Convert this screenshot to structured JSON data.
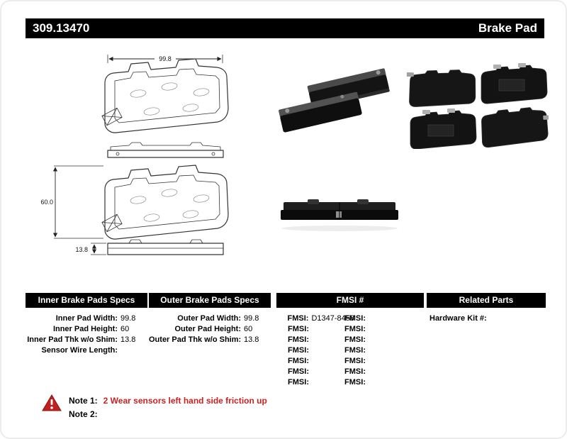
{
  "header": {
    "part_number": "309.13470",
    "product_name": "Brake Pad"
  },
  "diagram": {
    "width_label": "99.8",
    "height_label": "60.0",
    "thickness_label": "13.8"
  },
  "specs": {
    "inner": {
      "header": "Inner Brake Pads Specs",
      "rows": [
        {
          "label": "Inner Pad Width:",
          "value": "99.8"
        },
        {
          "label": "Inner Pad Height:",
          "value": "60"
        },
        {
          "label": "Inner Pad Thk w/o Shim:",
          "value": "13.8"
        },
        {
          "label": "Sensor Wire Length:",
          "value": ""
        }
      ]
    },
    "outer": {
      "header": "Outer Brake Pads Specs",
      "rows": [
        {
          "label": "Outer Pad Width:",
          "value": "99.8"
        },
        {
          "label": "Outer Pad Height:",
          "value": "60"
        },
        {
          "label": "Outer Pad Thk w/o Shim:",
          "value": "13.8"
        }
      ]
    },
    "fmsi": {
      "header": "FMSI #",
      "left_rows": [
        {
          "label": "FMSI:",
          "value": "D1347-8458"
        },
        {
          "label": "FMSI:",
          "value": ""
        },
        {
          "label": "FMSI:",
          "value": ""
        },
        {
          "label": "FMSI:",
          "value": ""
        },
        {
          "label": "FMSI:",
          "value": ""
        },
        {
          "label": "FMSI:",
          "value": ""
        },
        {
          "label": "FMSI:",
          "value": ""
        }
      ],
      "right_rows": [
        {
          "label": "FMSI:",
          "value": ""
        },
        {
          "label": "FMSI:",
          "value": ""
        },
        {
          "label": "FMSI:",
          "value": ""
        },
        {
          "label": "FMSI:",
          "value": ""
        },
        {
          "label": "FMSI:",
          "value": ""
        },
        {
          "label": "FMSI:",
          "value": ""
        },
        {
          "label": "FMSI:",
          "value": ""
        }
      ]
    },
    "related": {
      "header": "Related Parts",
      "rows": [
        {
          "label": "Hardware Kit #:",
          "value": ""
        }
      ]
    }
  },
  "notes": {
    "note1_label": "Note 1:",
    "note1_text": "2 Wear sensors left hand side friction up",
    "note2_label": "Note 2:",
    "note2_text": ""
  },
  "colors": {
    "header_bg": "#000000",
    "warning_red": "#cc1f1f"
  }
}
